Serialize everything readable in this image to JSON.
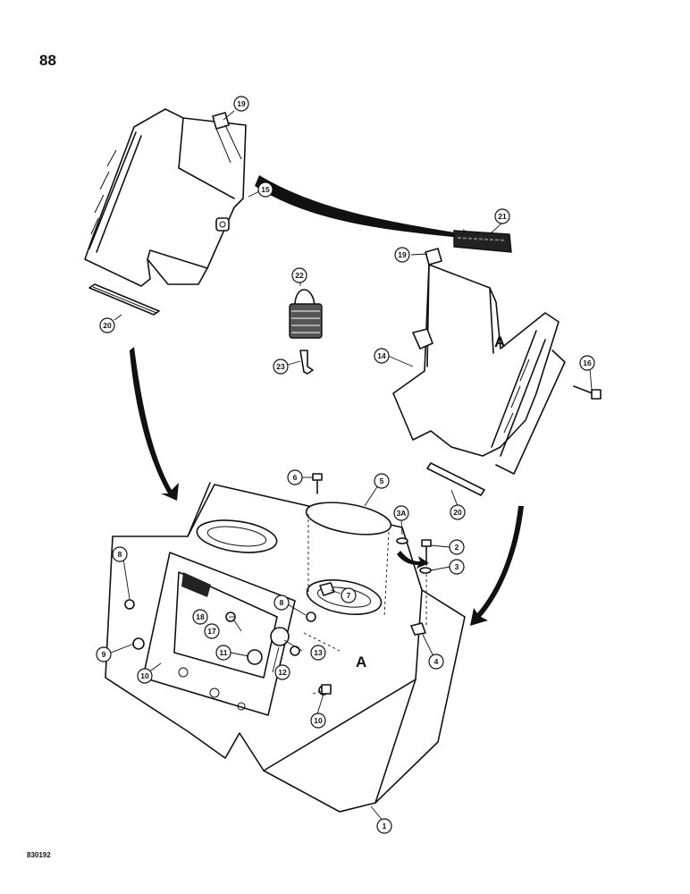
{
  "page": {
    "number": "88",
    "code": "830192"
  },
  "view_marker": "A",
  "callouts": [
    {
      "label": "19"
    },
    {
      "label": "15"
    },
    {
      "label": "21"
    },
    {
      "label": "19"
    },
    {
      "label": "22"
    },
    {
      "label": "20"
    },
    {
      "label": "23"
    },
    {
      "label": "14"
    },
    {
      "label": "16"
    },
    {
      "label": "6"
    },
    {
      "label": "5"
    },
    {
      "label": "20"
    },
    {
      "label": "3A"
    },
    {
      "label": "2"
    },
    {
      "label": "3"
    },
    {
      "label": "8"
    },
    {
      "label": "7"
    },
    {
      "label": "8"
    },
    {
      "label": "18"
    },
    {
      "label": "17"
    },
    {
      "label": "13"
    },
    {
      "label": "9"
    },
    {
      "label": "11"
    },
    {
      "label": "12"
    },
    {
      "label": "10"
    },
    {
      "label": "4"
    },
    {
      "label": "10"
    },
    {
      "label": "1"
    }
  ],
  "colors": {
    "ink": "#111111",
    "paper": "#ffffff"
  }
}
